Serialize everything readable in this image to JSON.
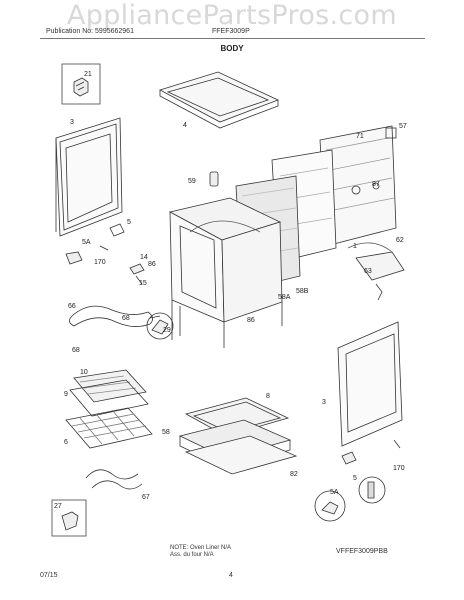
{
  "watermark": "AppliancePartsPros.com",
  "header": {
    "publication": "Publication No: 5995662961",
    "model": "FFEF3009P"
  },
  "section_title": "BODY",
  "callouts": [
    "21",
    "3",
    "4",
    "71",
    "57",
    "87",
    "59",
    "5",
    "5A",
    "170",
    "14",
    "86",
    "15",
    "62",
    "63",
    "66",
    "68",
    "68",
    "29",
    "58A",
    "58B",
    "86",
    "1",
    "10",
    "9",
    "6",
    "8",
    "58",
    "82",
    "3",
    "5",
    "5A",
    "170",
    "27",
    "67"
  ],
  "note_lines": [
    "NOTE: Oven Liner N/A",
    "Ass. du four N/A"
  ],
  "image_code": "VFFEF3009PBB",
  "footer": {
    "date": "07/15",
    "page": "4"
  }
}
